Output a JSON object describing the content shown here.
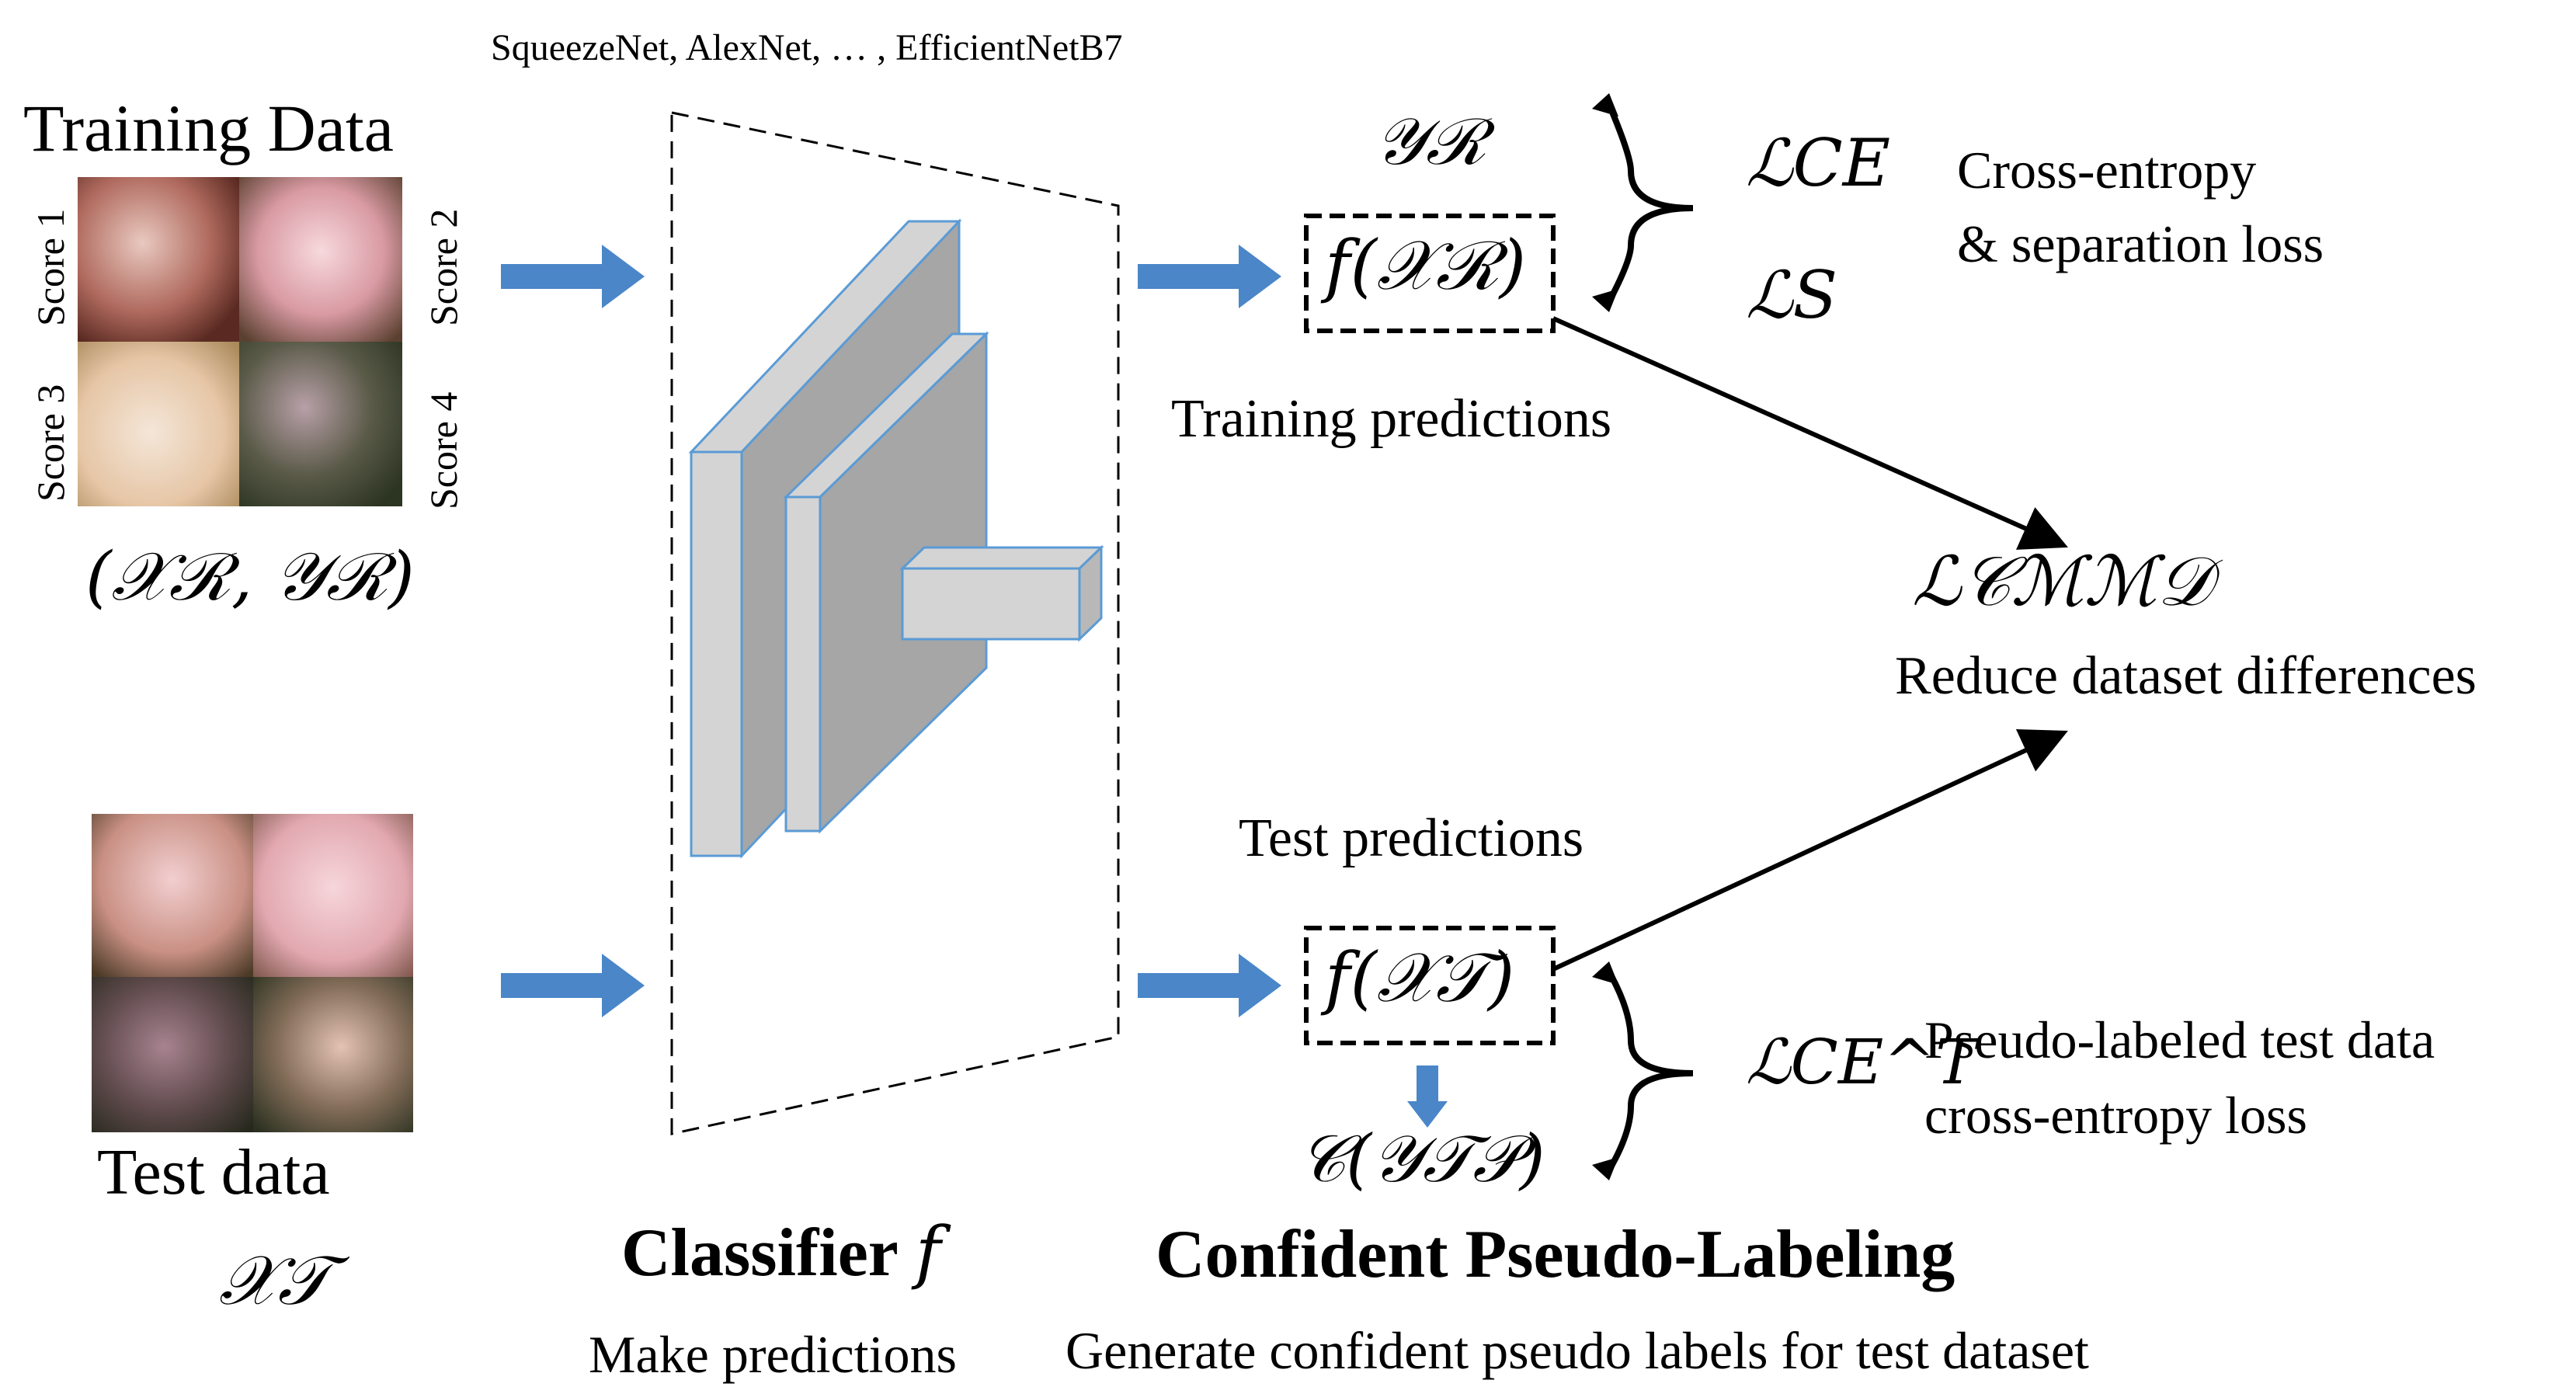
{
  "top_label": "SqueezeNet, AlexNet, … ,  EfficientNetB7",
  "training": {
    "title": "Training Data",
    "score_labels": [
      "Score 1",
      "Score 2",
      "Score 3",
      "Score 4"
    ],
    "pair_label": "(𝒳ℛ, 𝒴ℛ)"
  },
  "test": {
    "title": "Test data",
    "set_label": "𝒳𝒯"
  },
  "classifier": {
    "title": "Classifier",
    "symbol": "f",
    "subtitle": "Make predictions"
  },
  "training_branch": {
    "y_label": "𝒴ℛ",
    "box_label": "f(𝒳ℛ)",
    "caption": "Training predictions",
    "loss_ce": "ℒCE",
    "loss_s": "ℒS",
    "loss_desc_line1": "Cross-entropy",
    "loss_desc_line2": "& separation loss"
  },
  "cmmd": {
    "label": "ℒ𝒞ℳℳ𝒟",
    "caption": "Reduce dataset differences"
  },
  "test_branch": {
    "caption": "Test predictions",
    "box_label": "f(𝒳𝒯)",
    "conf_label": "𝒞(𝒴𝒯𝒫)",
    "loss_label": "ℒCE^T",
    "loss_desc_line1": "Pseudo-labeled test data",
    "loss_desc_line2": "cross-entropy loss"
  },
  "pseudo": {
    "title": "Confident Pseudo-Labeling",
    "subtitle": "Generate confident pseudo labels for test dataset"
  },
  "colors": {
    "arrow_blue": "#4a86c8",
    "layer_face": "#a6a6a6",
    "layer_side": "#d4d4d4",
    "layer_edge": "#5b9bd5"
  }
}
